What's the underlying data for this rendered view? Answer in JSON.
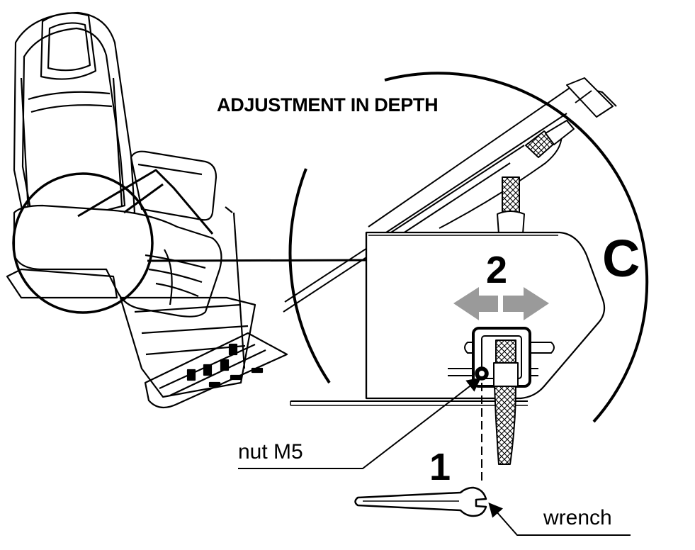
{
  "diagram": {
    "title": "ADJUSTMENT IN DEPTH",
    "detail_label": "C",
    "steps": [
      "1",
      "2"
    ],
    "callouts": {
      "nut": "nut M5",
      "wrench": "wrench"
    },
    "colors": {
      "line": "#000000",
      "arrow": "#9a9a9a",
      "background": "#ffffff"
    }
  }
}
